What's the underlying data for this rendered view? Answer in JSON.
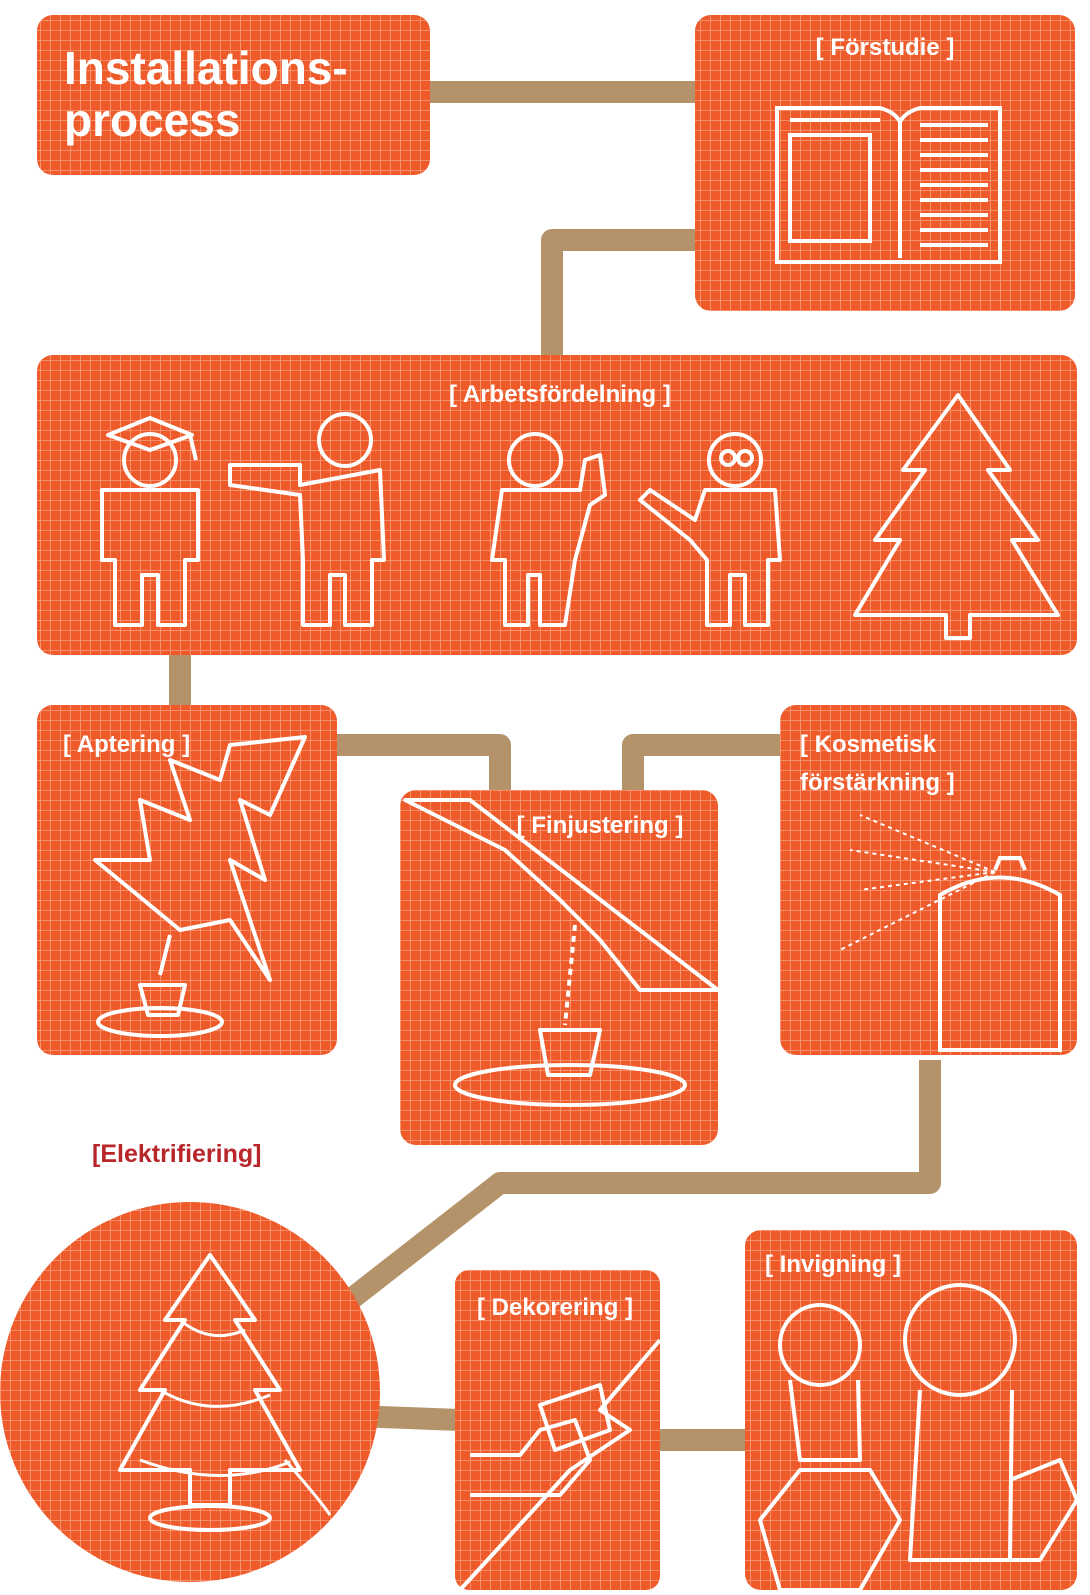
{
  "title": {
    "line1": "Installations-",
    "line2": "process"
  },
  "steps": [
    {
      "id": "forstudie",
      "label": "[ Förstudie ]",
      "icon": "book-icon"
    },
    {
      "id": "arbetsfordelning",
      "label": "[ Arbetsfördelning ]",
      "icon": "people-and-tree-icon"
    },
    {
      "id": "aptering",
      "label": "[ Aptering ]",
      "icon": "tilted-tree-icon"
    },
    {
      "id": "finjustering",
      "label": "[ Finjustering ]",
      "icon": "tree-adjust-icon"
    },
    {
      "id": "kosmetisk",
      "label_line1": "[ Kosmetisk",
      "label_line2": "förstärkning ]",
      "icon": "spray-can-icon"
    },
    {
      "id": "elektrifiering",
      "label": "[Elektrifiering]",
      "icon": "lit-tree-icon"
    },
    {
      "id": "dekorering",
      "label": "[ Dekorering ]",
      "icon": "hand-decorating-icon"
    },
    {
      "id": "invigning",
      "label": "[ Invigning ]",
      "icon": "cheers-glasses-icon"
    }
  ],
  "colors": {
    "panel": "#ee5a2a",
    "grid": "#f7a07c",
    "connector": "#b5936a",
    "outside_label": "#b8262a"
  }
}
